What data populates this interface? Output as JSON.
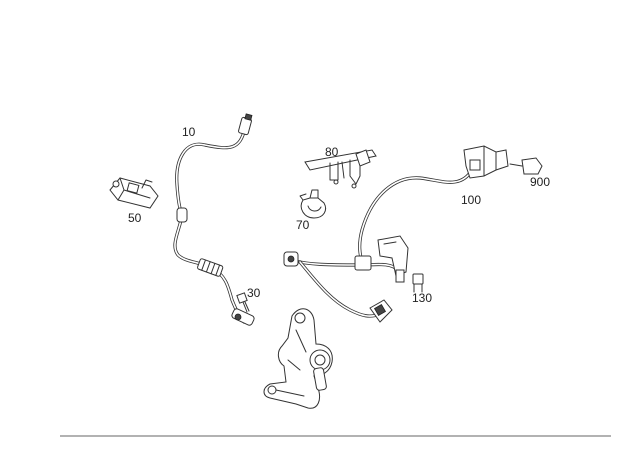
{
  "parts": [
    {
      "id": "10",
      "label": "10"
    },
    {
      "id": "30",
      "label": "30"
    },
    {
      "id": "50",
      "label": "50"
    },
    {
      "id": "70",
      "label": "70"
    },
    {
      "id": "80",
      "label": "80"
    },
    {
      "id": "100",
      "label": "100"
    },
    {
      "id": "130",
      "label": "130"
    },
    {
      "id": "900",
      "label": "900"
    }
  ]
}
